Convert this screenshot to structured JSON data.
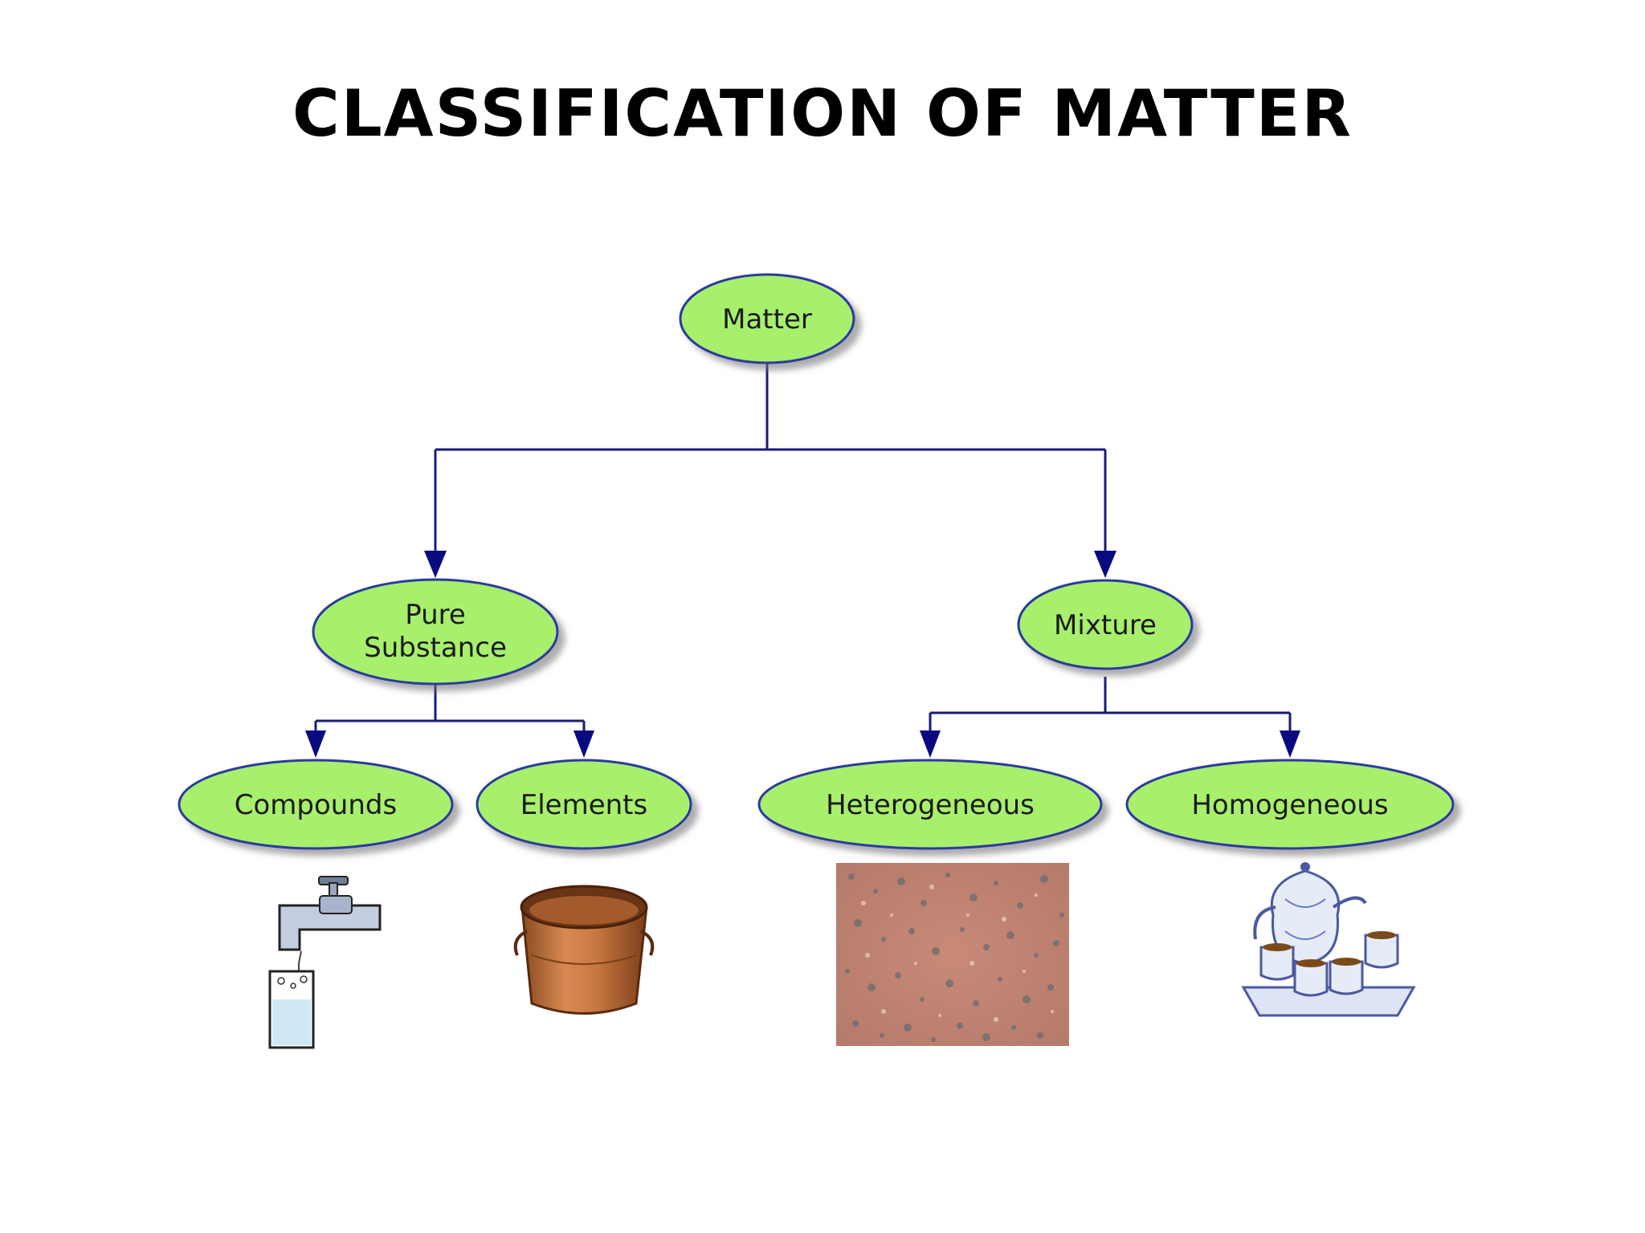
{
  "title": "CLASSIFICATION OF MATTER",
  "nodes": {
    "matter": "Matter",
    "pure_substance": [
      "Pure",
      "Substance"
    ],
    "mixture": "Mixture",
    "compounds": "Compounds",
    "elements": "Elements",
    "heterogeneous": "Heterogeneous",
    "homogeneous": "Homogeneous"
  },
  "colors": {
    "node_fill": "#a8ef6c",
    "node_border": "#2a3aa0",
    "connector": "#1a1a7a",
    "arrow": "#0a0a80"
  },
  "illustrations": {
    "compounds": "water-faucet-glass-icon",
    "elements": "copper-bucket-icon",
    "heterogeneous": "granite-texture-icon",
    "homogeneous": "porcelain-tea-set-icon"
  }
}
